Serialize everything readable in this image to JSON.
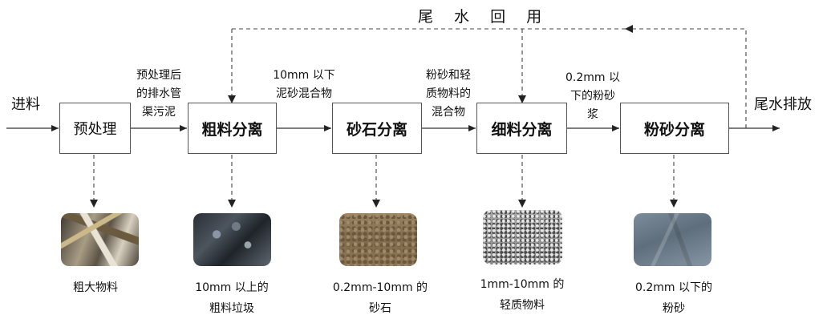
{
  "diagram": {
    "title": "尾 水 回 用",
    "input_label": "进料",
    "output_label": "尾水排放",
    "stages": [
      {
        "label": "预处理"
      },
      {
        "label": "粗料分离"
      },
      {
        "label": "砂石分离"
      },
      {
        "label": "细料分离"
      },
      {
        "label": "粉砂分离"
      }
    ],
    "flows": [
      {
        "lines": [
          "预处理后",
          "的排水管",
          "渠污泥"
        ]
      },
      {
        "lines": [
          "10mm 以下",
          "泥砂混合物"
        ]
      },
      {
        "lines": [
          "粉砂和轻",
          "质物料的",
          "混合物"
        ]
      },
      {
        "lines": [
          "0.2mm 以",
          "下的粉砂",
          "浆"
        ]
      }
    ],
    "outputs": [
      {
        "lines": [
          "粗大物料"
        ],
        "photo": "scrap-photo"
      },
      {
        "lines": [
          "10mm 以上的",
          "粗料垃圾"
        ],
        "photo": "coarse-waste-photo"
      },
      {
        "lines": [
          "0.2mm-10mm 的",
          "砂石"
        ],
        "photo": "sand-gravel-photo"
      },
      {
        "lines": [
          "1mm-10mm 的",
          "轻质物料"
        ],
        "photo": "light-material-photo"
      },
      {
        "lines": [
          "0.2mm 以下的",
          "粉砂"
        ],
        "photo": "silt-photo"
      }
    ]
  }
}
